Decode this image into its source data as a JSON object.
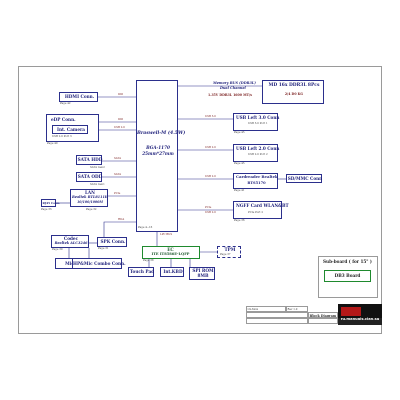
{
  "cpu": {
    "title": "Braswell-M (4.5W)",
    "package": "BGA-1170",
    "size": "25mm*27mm",
    "page": "Page 4~16"
  },
  "memory": {
    "bus_label": "Memory BUS (DDR3L)",
    "channel": "Dual Channel",
    "spec": "1.35V DDR3L 1600 MT/s",
    "chip": "MD 16x DDR3L 8Pcs",
    "chip_sub": "2/4 D0 KG"
  },
  "hdmi": {
    "label": "HDMI Conn.",
    "page": "Page 42"
  },
  "edp": {
    "label": "eDP Conn.",
    "camera": "Int. Camera",
    "usb": "USB 2.0 Port 3",
    "page": "Page 40"
  },
  "sata_hdd": {
    "label": "SATA HDD",
    "sub": "SATA Gen2"
  },
  "sata_odd": {
    "label": "SATA ODD",
    "sub": "SATA Gen1"
  },
  "lan": {
    "label": "LAN",
    "chip": "Realtek RTL8111H",
    "sub": "10/100/1000M",
    "page": "Page 32"
  },
  "rj45": {
    "label": "RJ45 Conn.",
    "page": "Page 33"
  },
  "usb3": {
    "label": "USB Left 3.0 Conn",
    "sub": "USB 3.0 Port 1",
    "page": "Page 45"
  },
  "usb2": {
    "label": "USB Left 2.0 Conn",
    "sub": "USB 2.0 Port 2",
    "page": "Page 45"
  },
  "card": {
    "label": "Cardreader  Realtek",
    "chip": "RTS5170",
    "page": "Page 41"
  },
  "sdmmc": {
    "label": "SD/MMC Conn"
  },
  "wlan": {
    "label": "NGFF Card WLAN&BT",
    "sub": "PCIe Port 2",
    "page": "Page 36"
  },
  "codec": {
    "label": "Codec",
    "chip": "Realtek ALC3246",
    "page": "Page 30"
  },
  "spk": {
    "label": "SPK Conn.",
    "page": "Page 31"
  },
  "mic": {
    "label": "Mic"
  },
  "hp": {
    "label": "HP&Mic Combo Conn."
  },
  "ec": {
    "label": "EC",
    "chip": "ITE IT8586E-LQFP",
    "page": "Page 38"
  },
  "tpm": {
    "label": "TPM",
    "sub": "Page 37"
  },
  "touchpad": {
    "label": "Touch Pad"
  },
  "kbd": {
    "label": "Int.KBD"
  },
  "spi": {
    "label": "SPI ROM",
    "sub": "8MB"
  },
  "signals": {
    "ddi": "DDI",
    "usb20": "USB 2.0",
    "sata": "SATA",
    "pcie": "PCIe",
    "hda": "HDA",
    "lpc": "LPC BUS",
    "spi": "SPI",
    "smbus": "SMBus",
    "usb30": "USB 3.0"
  },
  "subboard": {
    "title": "Sub-board ( for 15\" )",
    "db": "DB3 Board"
  },
  "titleblock": {
    "title": "Block Diagram",
    "watermark": "ru.manuals.clan.su",
    "project": "LS-Xxxx",
    "rev": "Rev 1.0"
  }
}
